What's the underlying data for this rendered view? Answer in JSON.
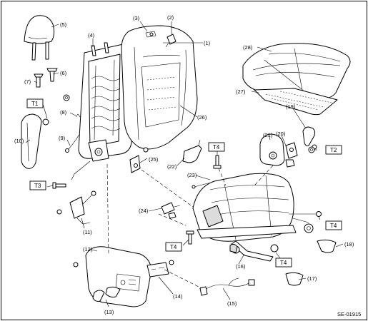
{
  "diagram": {
    "reference_code": "SE-01915",
    "callouts": {
      "c1": "(1)",
      "c2": "(2)",
      "c3": "(3)",
      "c4": "(4)",
      "c5": "(5)",
      "c6": "(6)",
      "c7": "(7)",
      "c8": "(8)",
      "c9": "(9)",
      "c10": "(10)",
      "c11": "(11)",
      "c12": "(12)",
      "c13": "(13)",
      "c14": "(14)",
      "c15": "(15)",
      "c16": "(16)",
      "c17": "(17)",
      "c18": "(18)",
      "c19": "(19)",
      "c20": "(20)",
      "c21": "(21)",
      "c22": "(22)",
      "c23": "(23)",
      "c24": "(24)",
      "c25": "(25)",
      "c26": "(26)",
      "c27": "(27)",
      "c28": "(28)"
    },
    "torque_tags": {
      "t1": "T1",
      "t2": "T2",
      "t3": "T3",
      "t4a": "T4",
      "t4b": "T4",
      "t4c": "T4",
      "t4d": "T4"
    }
  }
}
